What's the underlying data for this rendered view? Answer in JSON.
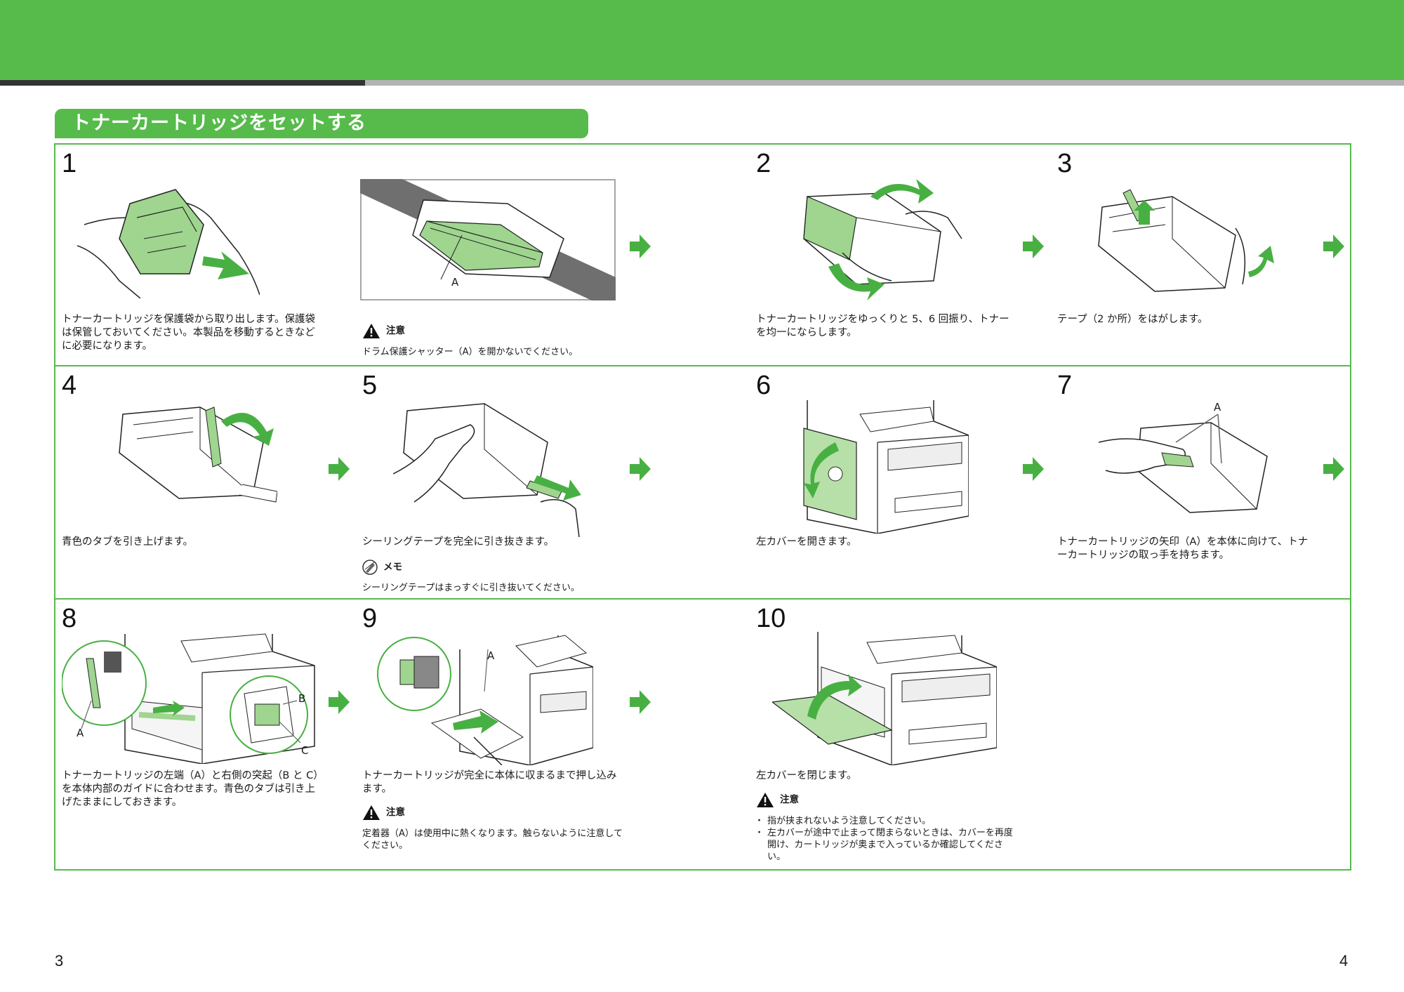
{
  "section_title": "トナーカートリッジをセットする",
  "colors": {
    "accent": "#56bb4b",
    "dark_bar": "#333333",
    "grey_bar": "#b3b3b3"
  },
  "steps": [
    {
      "num": "1",
      "text": "トナーカートリッジを保護袋から取り出します。保護袋は保管しておいてください。本製品を移動するときなどに必要になります。"
    },
    {
      "num": "",
      "callout": "A",
      "caution_title": "注意",
      "caution_text": "ドラム保護シャッター（A）を開かないでください。"
    },
    {
      "num": "2",
      "text": "トナーカートリッジをゆっくりと 5、6 回振り、トナーを均一にならします。"
    },
    {
      "num": "3",
      "text": "テープ（2 か所）をはがします。"
    },
    {
      "num": "4",
      "text": "青色のタブを引き上げます。"
    },
    {
      "num": "5",
      "text": "シーリングテープを完全に引き抜きます。",
      "memo_title": "メモ",
      "memo_text": "シーリングテープはまっすぐに引き抜いてください。"
    },
    {
      "num": "6",
      "text": "左カバーを開きます。"
    },
    {
      "num": "7",
      "text": "トナーカートリッジの矢印（A）を本体に向けて、トナーカートリッジの取っ手を持ちます。",
      "callout": "A"
    },
    {
      "num": "8",
      "text": "トナーカートリッジの左端（A）と右側の突起（B と C）を本体内部のガイドに合わせます。青色のタブは引き上げたままにしておきます。",
      "callouts": [
        "A",
        "B",
        "C"
      ]
    },
    {
      "num": "9",
      "text": "トナーカートリッジが完全に本体に収まるまで押し込みます。",
      "callout": "A",
      "caution_title": "注意",
      "caution_text": "定着器（A）は使用中に熱くなります。触らないように注意してください。"
    },
    {
      "num": "10",
      "text": "左カバーを閉じます。",
      "caution_title": "注意",
      "caution_items": [
        "指が挟まれないよう注意してください。",
        "左カバーが途中で止まって閉まらないときは、カバーを再度開け、カートリッジが奥まで入っているか確認してください。"
      ]
    }
  ],
  "page_left": "3",
  "page_right": "4",
  "icons": [
    "warning-icon",
    "memo-icon",
    "next-arrow-icon"
  ]
}
